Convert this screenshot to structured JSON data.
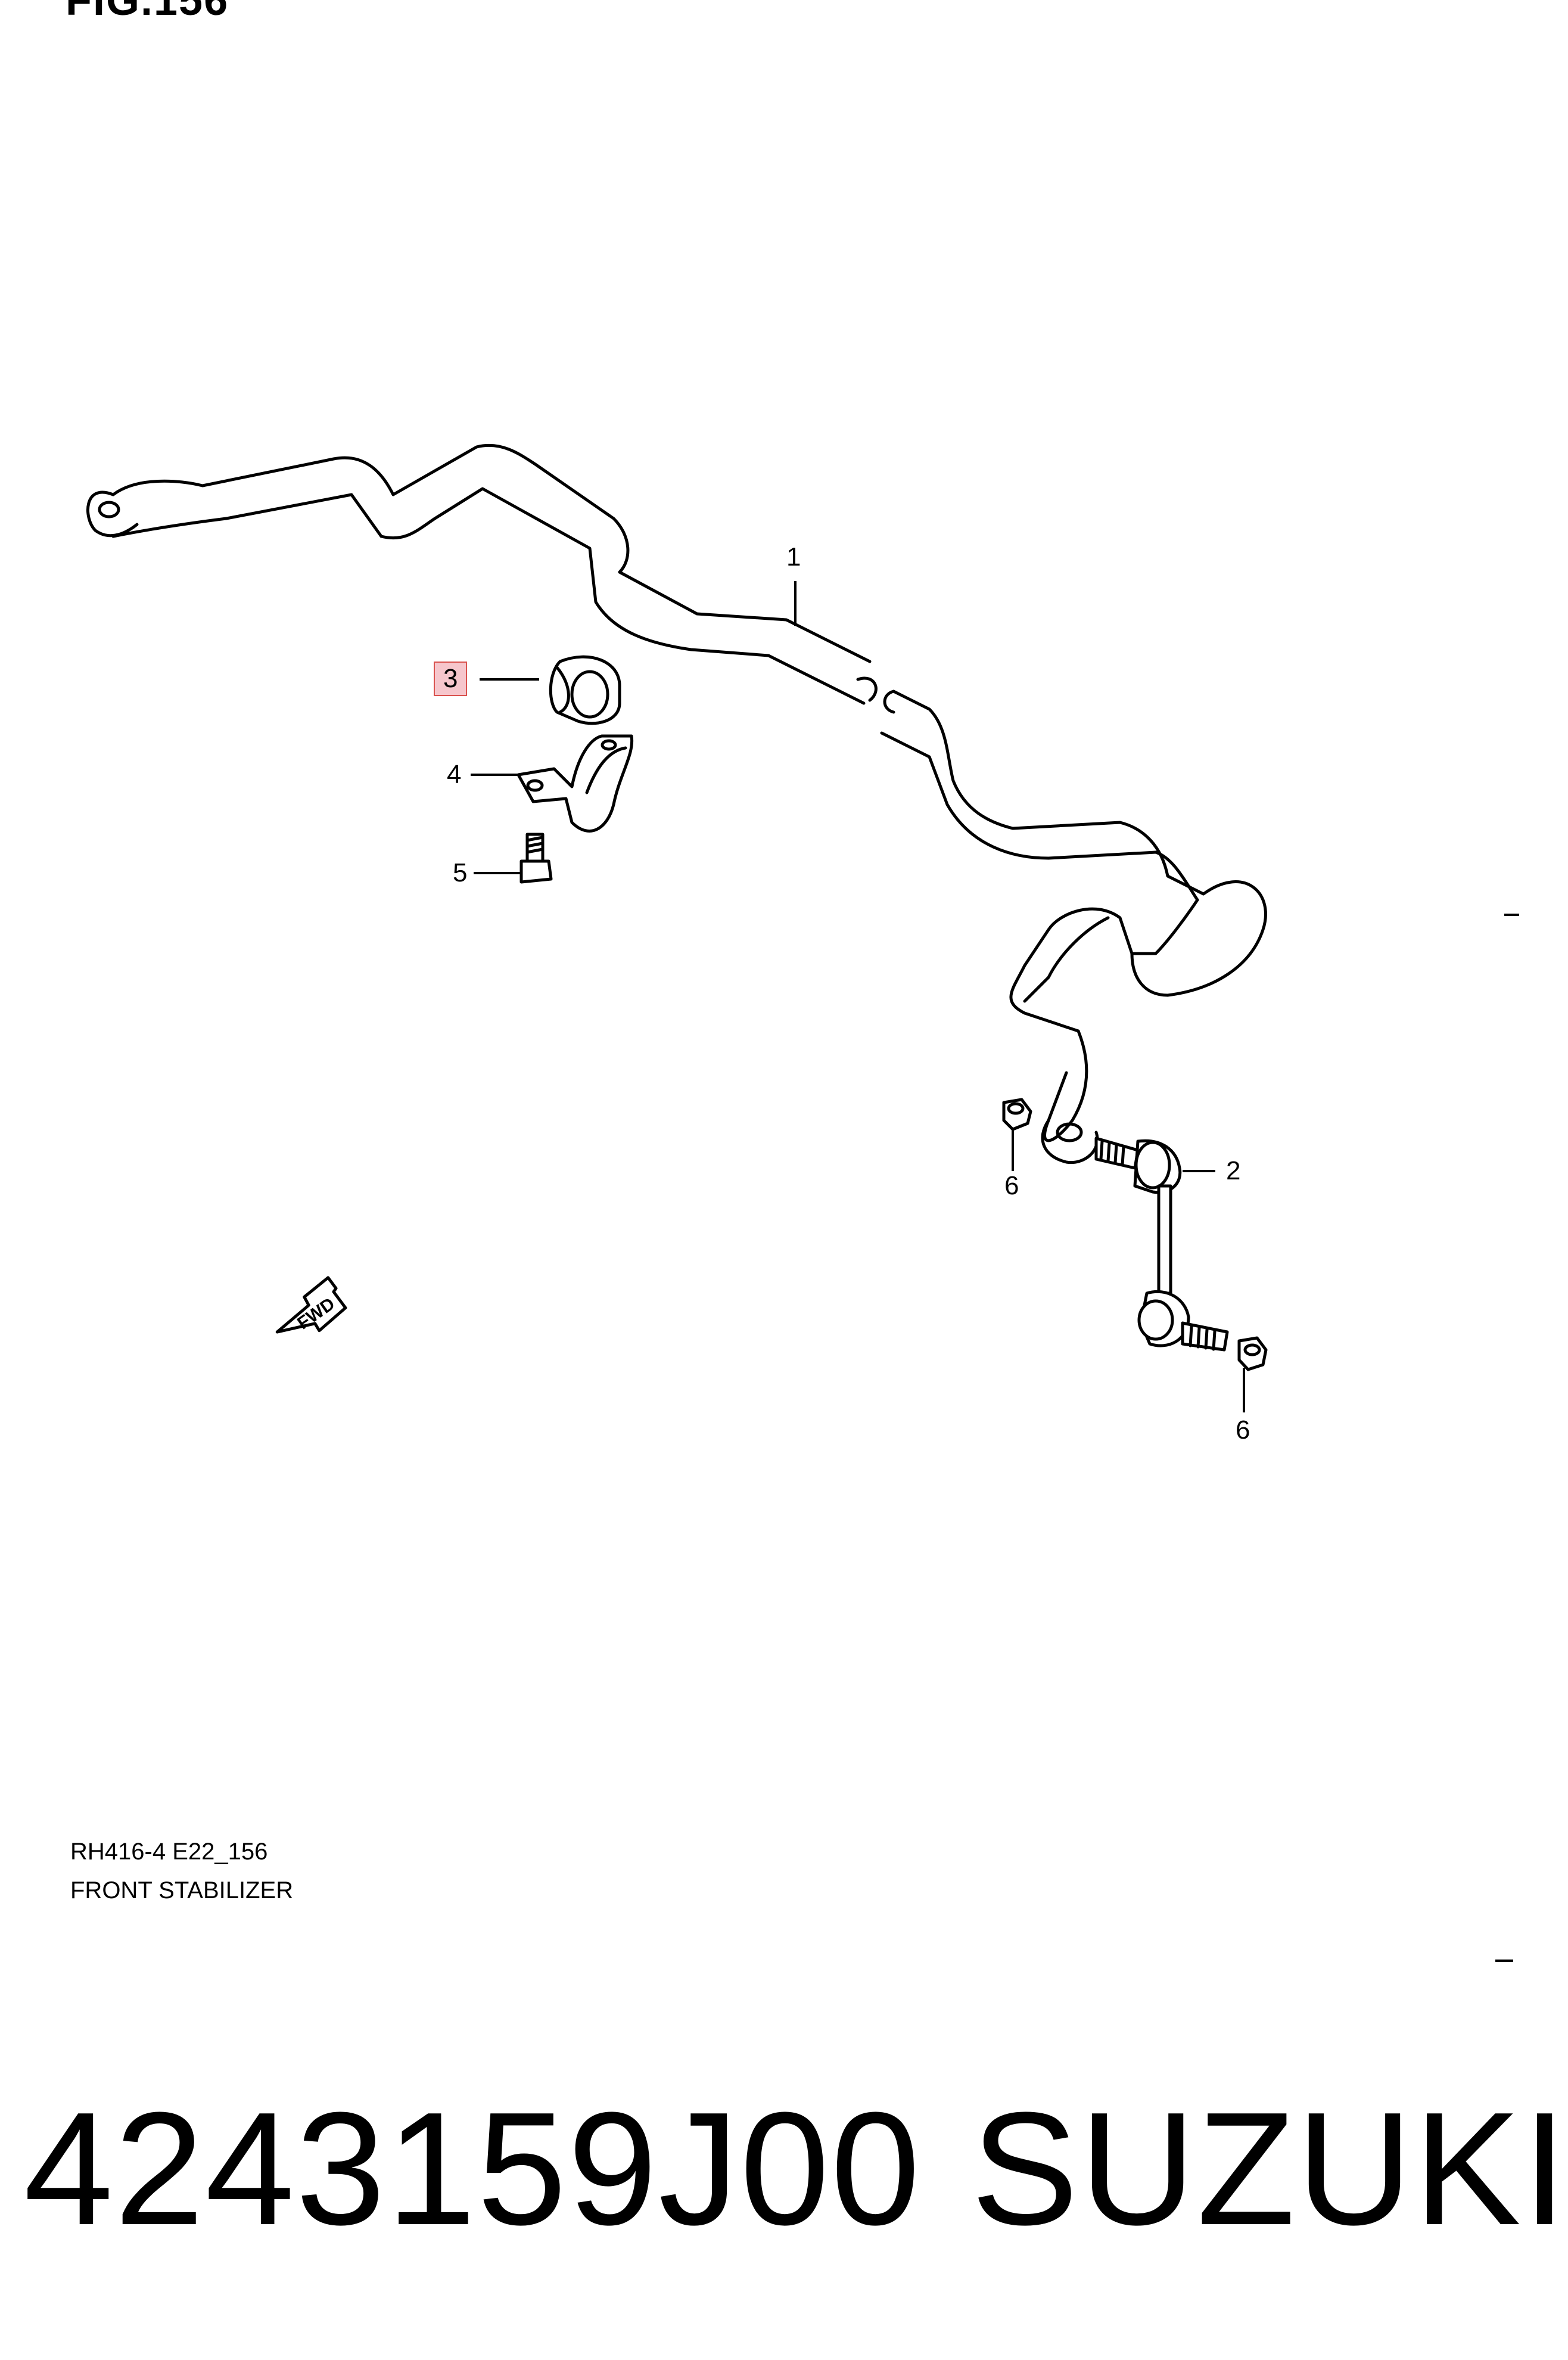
{
  "figure": {
    "title": "FIG.156",
    "code": "RH416-4 E22_156",
    "name": "FRONT STABILIZER",
    "fwd_label": "FWD"
  },
  "callouts": [
    {
      "id": "1",
      "label": "1",
      "highlighted": false
    },
    {
      "id": "2",
      "label": "2",
      "highlighted": false
    },
    {
      "id": "3",
      "label": "3",
      "highlighted": true
    },
    {
      "id": "4",
      "label": "4",
      "highlighted": false
    },
    {
      "id": "5",
      "label": "5",
      "highlighted": false
    },
    {
      "id": "6a",
      "label": "6",
      "highlighted": false
    },
    {
      "id": "6b",
      "label": "6",
      "highlighted": false
    }
  ],
  "footer": {
    "part_number": "4243159J00",
    "brand": "SUZUKI"
  },
  "colors": {
    "highlight_fill": "#f6c6cc",
    "highlight_border": "#d9534f",
    "line": "#000000",
    "background": "#ffffff"
  }
}
